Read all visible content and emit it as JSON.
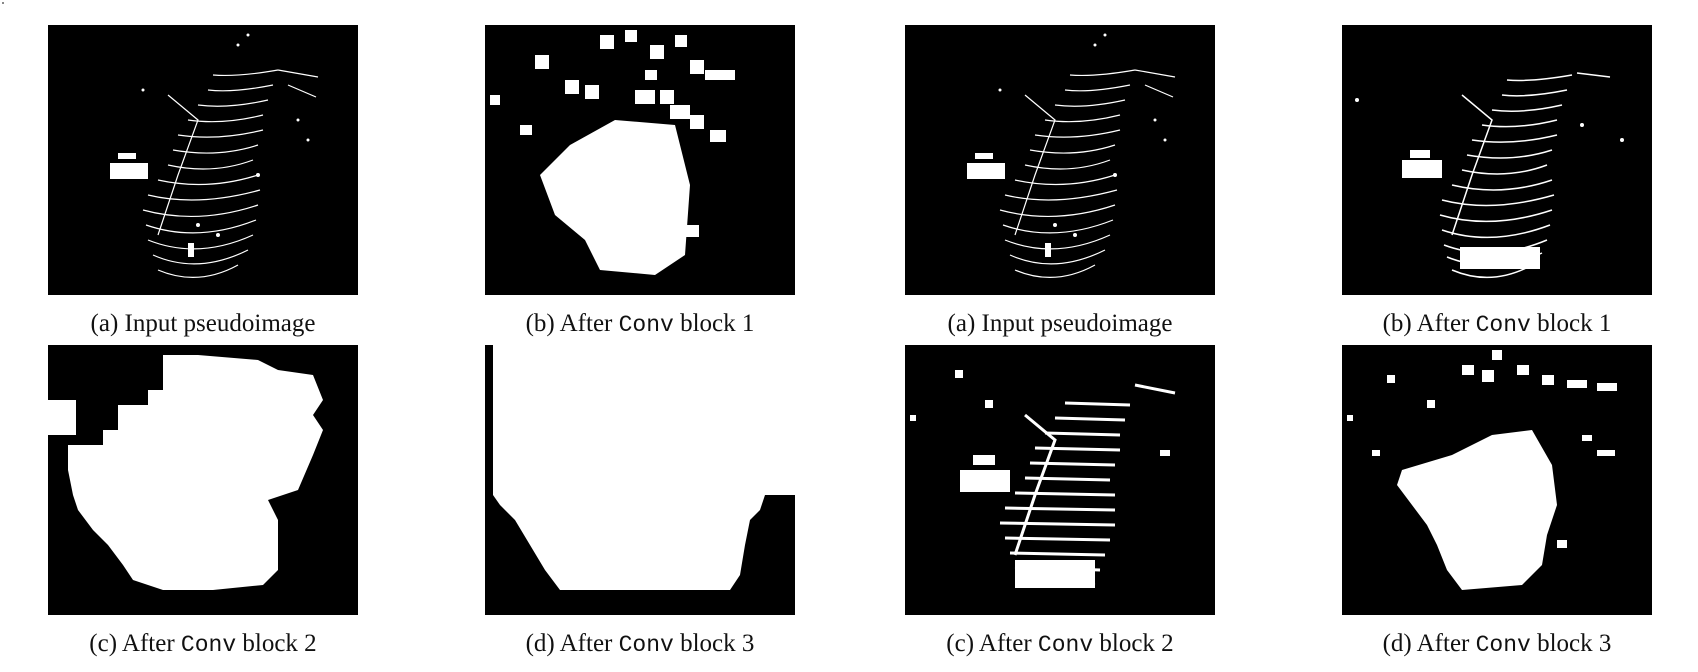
{
  "figure_left": {
    "panels": [
      {
        "id": "a",
        "prefix": "(a) Input pseudoimage",
        "code": "",
        "suffix": ""
      },
      {
        "id": "b",
        "prefix": "(b) After ",
        "code": "Conv",
        "suffix": " block 1"
      },
      {
        "id": "c",
        "prefix": "(c) After ",
        "code": "Conv",
        "suffix": " block 2"
      },
      {
        "id": "d",
        "prefix": "(d) After ",
        "code": "Conv",
        "suffix": " block 3"
      }
    ]
  },
  "figure_right": {
    "panels": [
      {
        "id": "a",
        "prefix": "(a) Input pseudoimage",
        "code": "",
        "suffix": ""
      },
      {
        "id": "b",
        "prefix": "(b) After ",
        "code": "Conv",
        "suffix": " block 1"
      },
      {
        "id": "c",
        "prefix": "(c) After ",
        "code": "Conv",
        "suffix": " block 2"
      },
      {
        "id": "d",
        "prefix": "(d) After ",
        "code": "Conv",
        "suffix": " block 3"
      }
    ]
  },
  "colors": {
    "background": "#000000",
    "foreground": "#ffffff"
  }
}
